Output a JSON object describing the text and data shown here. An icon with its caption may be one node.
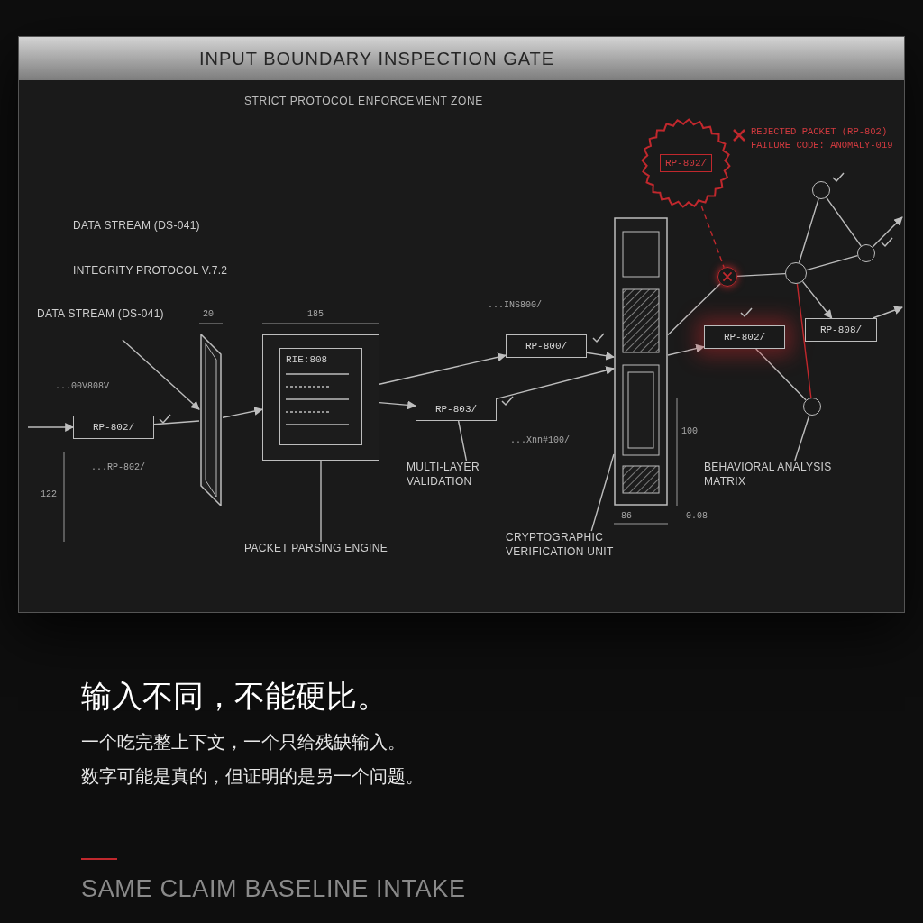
{
  "diagram": {
    "title": "INPUT BOUNDARY INSPECTION GATE",
    "nodes": [
      {
        "text": [
          "DATA STREAM (DS-041)"
        ]
      },
      {
        "text": [
          "RP-802/"
        ]
      },
      {
        "text": [],
        "shape": "box"
      },
      {
        "text": [
          "RIE:808"
        ]
      },
      {
        "text": [
          "PACKET PARSING ENGINE"
        ]
      },
      {
        "text": [
          "RP-803/"
        ]
      },
      {
        "text": [
          "RP-800/"
        ]
      },
      {
        "text": [],
        "shape": "box"
      },
      {
        "text": [
          "CRYPTOGRAPHIC VERIFICATION UNIT"
        ]
      },
      {
        "text": [
          "MULTI-LAYER VALIDATION"
        ]
      },
      {
        "text": [
          "RP-802/"
        ],
        "beside": [
          "REJECTED PACKET (RP-802)",
          "FAILURE CODE: ANOMALY-019"
        ]
      },
      {
        "text": [],
        "shape": "circle"
      },
      {
        "text": [
          "RP-802/"
        ]
      },
      {
        "text": [],
        "shape": "circle"
      },
      {
        "text": [],
        "shape": "circle"
      },
      {
        "text": [],
        "shape": "circle"
      },
      {
        "text": [],
        "shape": "circle"
      },
      {
        "text": [
          "RP-808/"
        ]
      },
      {
        "text": [
          "BEHAVIORAL ANALYSIS MATRIX"
        ]
      }
    ],
    "edges": [
      {
        "from": null,
        "to": 1,
        "arrow": "to"
      },
      {
        "from": 1,
        "to": 2,
        "arrow": "none"
      },
      {
        "from": 2,
        "to": 3,
        "arrow": "to"
      },
      {
        "from": 3,
        "to": 5,
        "arrow": "to"
      },
      {
        "from": 3,
        "to": 6,
        "arrow": "to"
      },
      {
        "from": 5,
        "to": 7,
        "arrow": "to"
      },
      {
        "from": 6,
        "to": 7,
        "arrow": "to"
      },
      {
        "from": 7,
        "to": 11,
        "arrow": "none"
      },
      {
        "from": 7,
        "to": 12,
        "arrow": "to"
      },
      {
        "from": 10,
        "to": 11,
        "arrow": "none",
        "style": "dashed",
        "color": "#c0282d"
      },
      {
        "from": 11,
        "to": 14,
        "arrow": "none"
      },
      {
        "from": 12,
        "to": 13,
        "arrow": "none"
      },
      {
        "from": 13,
        "to": 14,
        "arrow": "none",
        "color": "#c0282d"
      },
      {
        "from": 14,
        "to": 15,
        "arrow": "none"
      },
      {
        "from": 15,
        "to": 16,
        "arrow": "none"
      },
      {
        "from": 14,
        "to": 16,
        "arrow": "none"
      },
      {
        "from": 14,
        "to": 17,
        "arrow": "to"
      },
      {
        "from": 17,
        "to": null,
        "arrow": "to"
      },
      {
        "from": 16,
        "to": null,
        "arrow": "to"
      },
      {
        "from": 0,
        "to": 2,
        "arrow": "to"
      },
      {
        "from": 4,
        "to": 3,
        "arrow": "none"
      },
      {
        "from": 8,
        "to": 7,
        "arrow": "none"
      },
      {
        "from": 9,
        "to": 5,
        "arrow": "none"
      },
      {
        "from": 18,
        "to": 13,
        "arrow": "none"
      }
    ],
    "labels": [
      "STRICT PROTOCOL ENFORCEMENT ZONE",
      "DATA STREAM (DS-041)",
      "INTEGRITY PROTOCOL V.7.2",
      "20",
      "185",
      "...00V808V",
      "...RP-802/",
      "122",
      "...INS800/",
      "...Xnn#100/",
      "100",
      "86",
      "0.08",
      "输入不同，不能硬比。",
      "一个吃完整上下文，一个只给残缺输入。",
      "数字可能是真的，但证明的是另一个问题。",
      "SAME CLAIM BASELINE INTAKE"
    ]
  }
}
